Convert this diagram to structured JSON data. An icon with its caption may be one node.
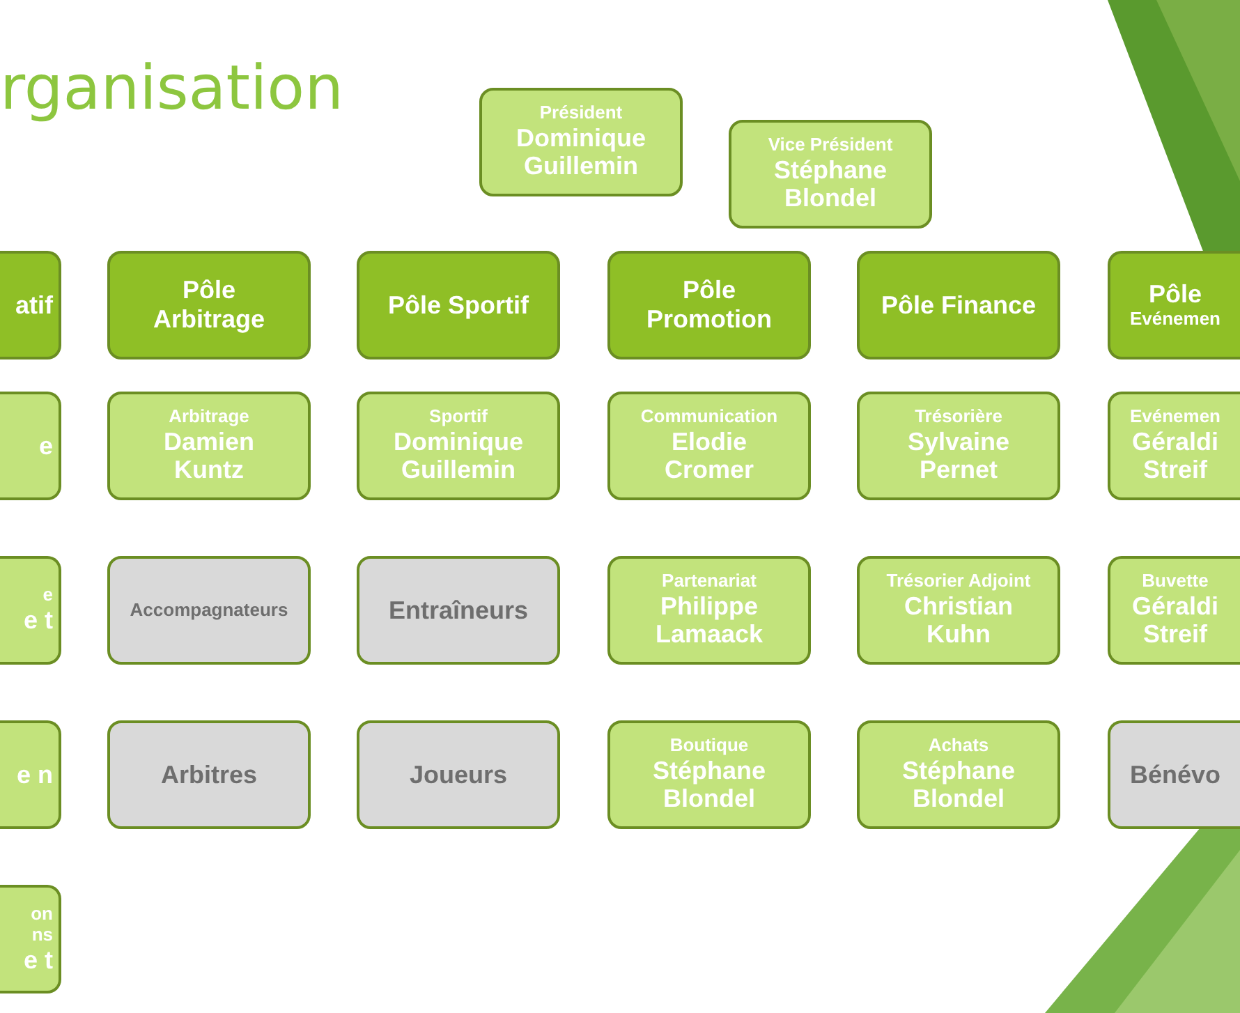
{
  "diagram": {
    "title": "rganisation",
    "nodes": [
      {
        "text": [
          "Président",
          "Dominique Guillemin"
        ]
      },
      {
        "text": [
          "Vice Président",
          "Stéphane Blondel"
        ]
      },
      {
        "text": [
          "atif"
        ]
      },
      {
        "text": [
          "Pôle Arbitrage"
        ]
      },
      {
        "text": [
          "Pôle Sportif"
        ]
      },
      {
        "text": [
          "Pôle Promotion"
        ]
      },
      {
        "text": [
          "Pôle Finance"
        ]
      },
      {
        "text": [
          "Pôle",
          "Evénemen"
        ]
      },
      {
        "text": [
          "e"
        ]
      },
      {
        "text": [
          "Arbitrage",
          "Damien Kuntz"
        ]
      },
      {
        "text": [
          "Sportif",
          "Dominique Guillemin"
        ]
      },
      {
        "text": [
          "Communication",
          "Elodie Cromer"
        ]
      },
      {
        "text": [
          "Trésorière",
          "Sylvaine Pernet"
        ]
      },
      {
        "text": [
          "Evénemen",
          "Géraldi Streif"
        ]
      },
      {
        "text": [
          "e",
          "e t"
        ]
      },
      {
        "text": [
          "Accompagnateurs"
        ]
      },
      {
        "text": [
          "Entraîneurs"
        ]
      },
      {
        "text": [
          "Partenariat",
          "Philippe Lamaack"
        ]
      },
      {
        "text": [
          "Trésorier Adjoint",
          "Christian Kuhn"
        ]
      },
      {
        "text": [
          "Buvette",
          "Géraldi Streif"
        ]
      },
      {
        "text": [
          "e n"
        ]
      },
      {
        "text": [
          "Arbitres"
        ]
      },
      {
        "text": [
          "Joueurs"
        ]
      },
      {
        "text": [
          "Boutique",
          "Stéphane Blondel"
        ]
      },
      {
        "text": [
          "Achats",
          "Stéphane Blondel"
        ]
      },
      {
        "text": [
          "Bénévo"
        ]
      },
      {
        "text": [
          "on ns",
          "e t"
        ]
      }
    ]
  }
}
